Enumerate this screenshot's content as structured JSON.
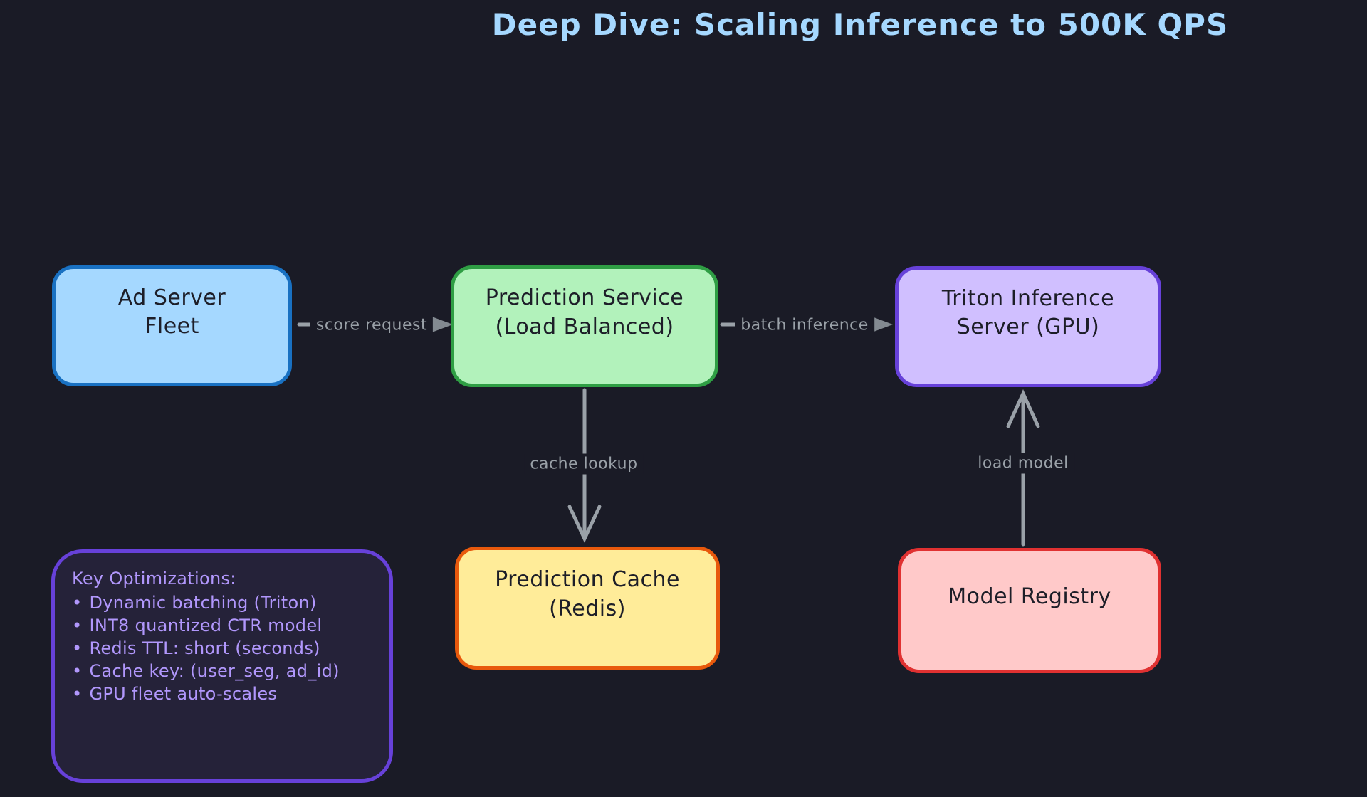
{
  "title": "Deep Dive: Scaling Inference to 500K QPS",
  "colors": {
    "canvas_background": "#1a1b26",
    "title_text": "#a5d8ff",
    "edge_stroke": "#9aa1a8",
    "edge_arrowhead": "#838a91",
    "node_text": "#1d1e28",
    "notes_border": "#6741d9",
    "notes_fill": "#252239",
    "notes_text": "#b197fc"
  },
  "nodes": [
    {
      "id": "ad-server-fleet",
      "lines": [
        "Ad Server",
        "Fleet"
      ],
      "fill": "#a5d8ff",
      "stroke": "#1971c2"
    },
    {
      "id": "prediction-service",
      "lines": [
        "Prediction Service",
        "(Load Balanced)"
      ],
      "fill": "#b2f2bb",
      "stroke": "#2f9e44"
    },
    {
      "id": "triton-inference-server",
      "lines": [
        "Triton Inference",
        "Server (GPU)"
      ],
      "fill": "#d0bfff",
      "stroke": "#6741d9"
    },
    {
      "id": "prediction-cache",
      "lines": [
        "Prediction Cache",
        "(Redis)"
      ],
      "fill": "#ffec99",
      "stroke": "#e8590c"
    },
    {
      "id": "model-registry",
      "lines": [
        "Model Registry"
      ],
      "fill": "#ffc9c9",
      "stroke": "#e03131"
    }
  ],
  "edges": [
    {
      "id": "score-request",
      "label": "score request",
      "from": "ad-server-fleet",
      "to": "prediction-service",
      "direction": "right"
    },
    {
      "id": "batch-inference",
      "label": "batch inference",
      "from": "prediction-service",
      "to": "triton-inference-server",
      "direction": "right"
    },
    {
      "id": "cache-lookup",
      "label": "cache lookup",
      "from": "prediction-service",
      "to": "prediction-cache",
      "direction": "down"
    },
    {
      "id": "load-model",
      "label": "load model",
      "from": "model-registry",
      "to": "triton-inference-server",
      "direction": "up"
    }
  ],
  "notes": {
    "heading": "Key Optimizations:",
    "bullet": "•",
    "items": [
      "Dynamic batching (Triton)",
      "INT8 quantized CTR model",
      "Redis TTL: short (seconds)",
      "Cache key: (user_seg, ad_id)",
      "GPU fleet auto-scales"
    ]
  }
}
